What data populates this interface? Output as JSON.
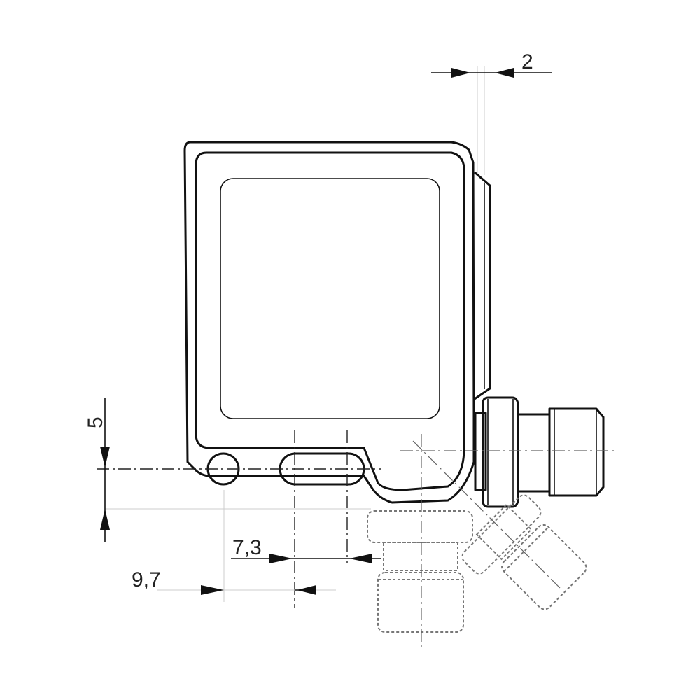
{
  "drawing": {
    "type": "technical dimension drawing",
    "subject": "sensor housing with connector",
    "line_color": "#111111",
    "hidden_line_color": "#777777",
    "background": "#ffffff"
  },
  "dimensions": {
    "top_gap": {
      "label": "2",
      "orientation": "horizontal"
    },
    "left_offset": {
      "label": "5",
      "orientation": "vertical"
    },
    "slot_length": {
      "label": "7,3",
      "orientation": "horizontal"
    },
    "hole_to_slot": {
      "label": "9,7",
      "orientation": "horizontal"
    }
  }
}
